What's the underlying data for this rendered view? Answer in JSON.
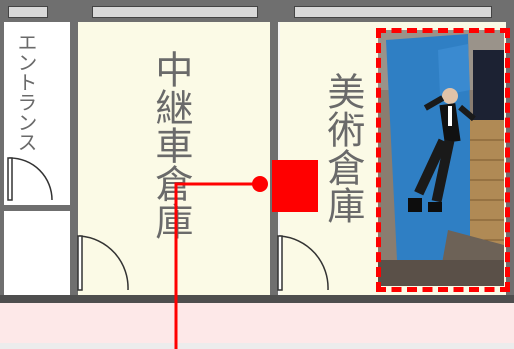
{
  "rooms": {
    "entrance": {
      "label": "エントランス",
      "fill": "#ffffff"
    },
    "relay_garage": {
      "label": "中継車倉庫",
      "fill": "#fbfae6"
    },
    "art_storage": {
      "label": "美術倉庫",
      "fill": "#fbfae6"
    }
  },
  "corridor": {
    "fill": "#fde8e8"
  },
  "colors": {
    "wall": "#6f6f6f",
    "wall_dark": "#4e4e4e",
    "window": "#d9d9d9",
    "route": "#ff0000",
    "background": "#f4f4f4"
  },
  "markers": {
    "photo_frame_style": "dashed-red",
    "route_marker": "red-dot-with-line",
    "evidence_marker": "red-square"
  },
  "photo": {
    "description_icon": "body-on-blue-tarp-photo"
  }
}
